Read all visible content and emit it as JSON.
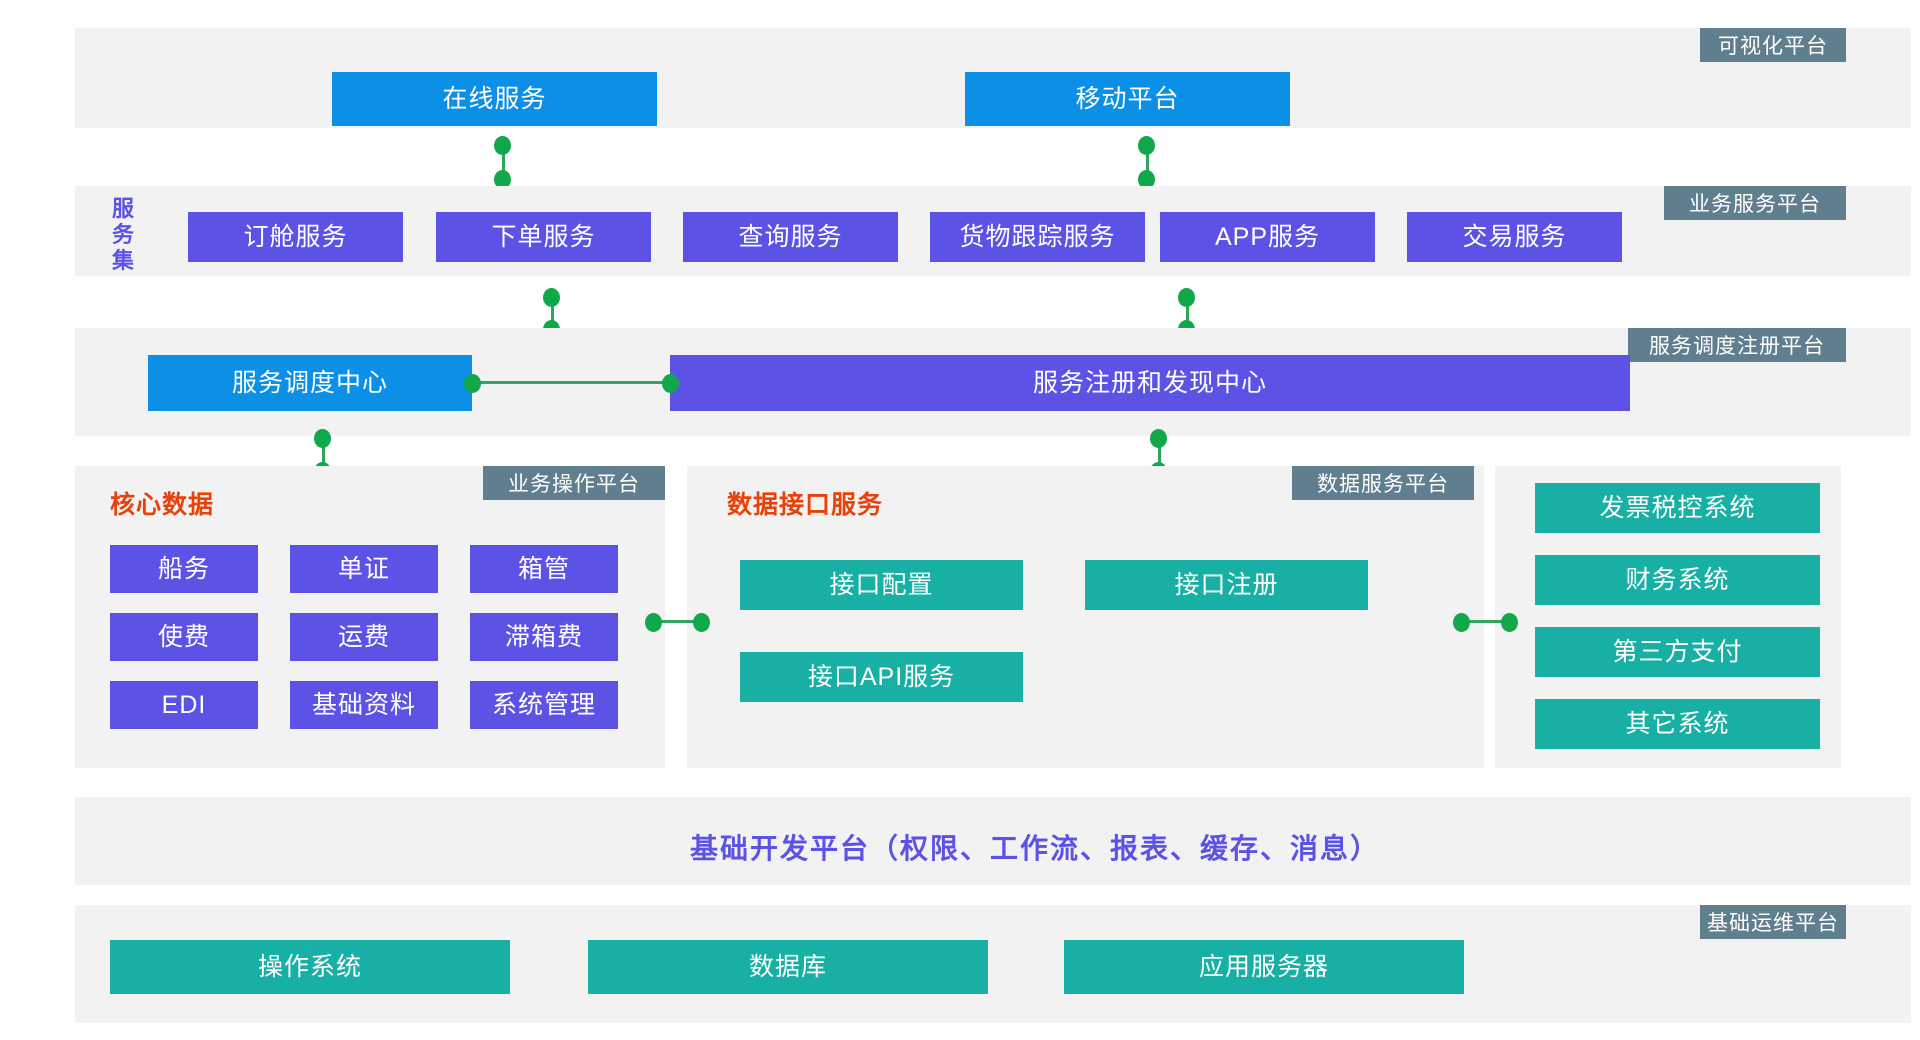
{
  "colors": {
    "panel_bg": "#f2f2f2",
    "blue": "#0c8fe6",
    "purple": "#5c53e6",
    "teal": "#18b0a5",
    "tag_bg": "#5f7e8e",
    "heading_orange": "#e8420a",
    "connector_green": "#10a84a",
    "page_bg": "#ffffff"
  },
  "tags": {
    "visualization": "可视化平台",
    "business_service": "业务服务平台",
    "service_registry": "服务调度注册平台",
    "business_operation": "业务操作平台",
    "data_service": "数据服务平台",
    "ops": "基础运维平台"
  },
  "visualization_layer": {
    "nodes": [
      {
        "label": "在线服务"
      },
      {
        "label": "移动平台"
      }
    ]
  },
  "business_service_layer": {
    "side_label": "服务集",
    "side_label_chars": [
      "服",
      "务",
      "集"
    ],
    "nodes": [
      {
        "label": "订舱服务"
      },
      {
        "label": "下单服务"
      },
      {
        "label": "查询服务"
      },
      {
        "label": "货物跟踪服务"
      },
      {
        "label": "APP服务"
      },
      {
        "label": "交易服务"
      }
    ]
  },
  "registry_layer": {
    "nodes": [
      {
        "label": "服务调度中心",
        "color": "blue"
      },
      {
        "label": "服务注册和发现中心",
        "color": "purple"
      }
    ]
  },
  "business_operation_panel": {
    "heading": "核心数据",
    "grid": [
      [
        "船务",
        "单证",
        "箱管"
      ],
      [
        "使费",
        "运费",
        "滞箱费"
      ],
      [
        "EDI",
        "基础资料",
        "系统管理"
      ]
    ]
  },
  "data_service_panel": {
    "heading": "数据接口服务",
    "nodes": [
      {
        "label": "接口配置"
      },
      {
        "label": "接口注册"
      },
      {
        "label": "接口API服务"
      }
    ]
  },
  "external_systems_panel": {
    "nodes": [
      {
        "label": "发票税控系统"
      },
      {
        "label": "财务系统"
      },
      {
        "label": "第三方支付"
      },
      {
        "label": "其它系统"
      }
    ]
  },
  "dev_platform": {
    "text": "基础开发平台（权限、工作流、报表、缓存、消息）"
  },
  "ops_platform": {
    "nodes": [
      {
        "label": "操作系统"
      },
      {
        "label": "数据库"
      },
      {
        "label": "应用服务器"
      }
    ]
  }
}
